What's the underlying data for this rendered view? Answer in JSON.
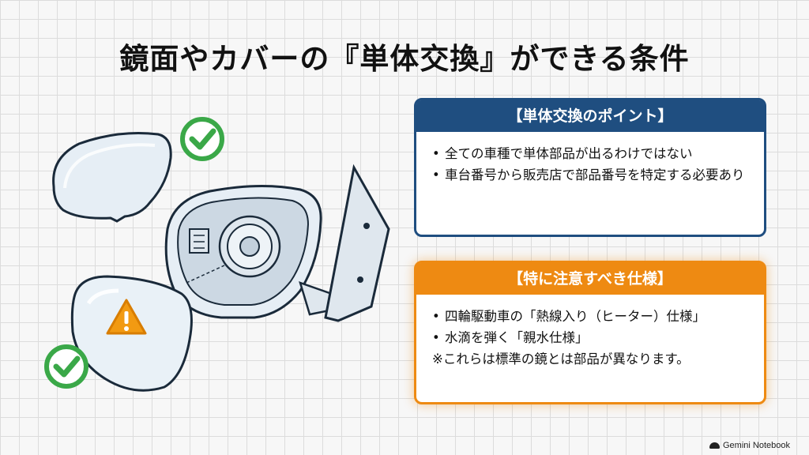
{
  "title": "鏡面やカバーの『単体交換』ができる条件",
  "panels": {
    "points": {
      "header": "【単体交換のポイント】",
      "items": [
        "全ての車種で単体部品が出るわけではない",
        "車台番号から販売店で部品番号を特定する必要あり"
      ]
    },
    "caution": {
      "header": "【特に注意すべき仕様】",
      "items": [
        "四輪駆動車の「熱線入り（ヒーター）仕様」",
        "水滴を弾く「親水仕様」"
      ],
      "note": "※これらは標準の鏡とは部品が異なります。"
    }
  },
  "illustration": {
    "icons": [
      "checkmark-icon",
      "checkmark-icon",
      "warning-icon"
    ],
    "colors": {
      "check": "#3aa848",
      "warning": "#f29a12",
      "line": "#1a2a3a",
      "part_fill": "#e6eef5"
    }
  },
  "watermark": "Gemini Notebook",
  "colors": {
    "blue": "#1f4e80",
    "orange": "#ee8a12"
  }
}
